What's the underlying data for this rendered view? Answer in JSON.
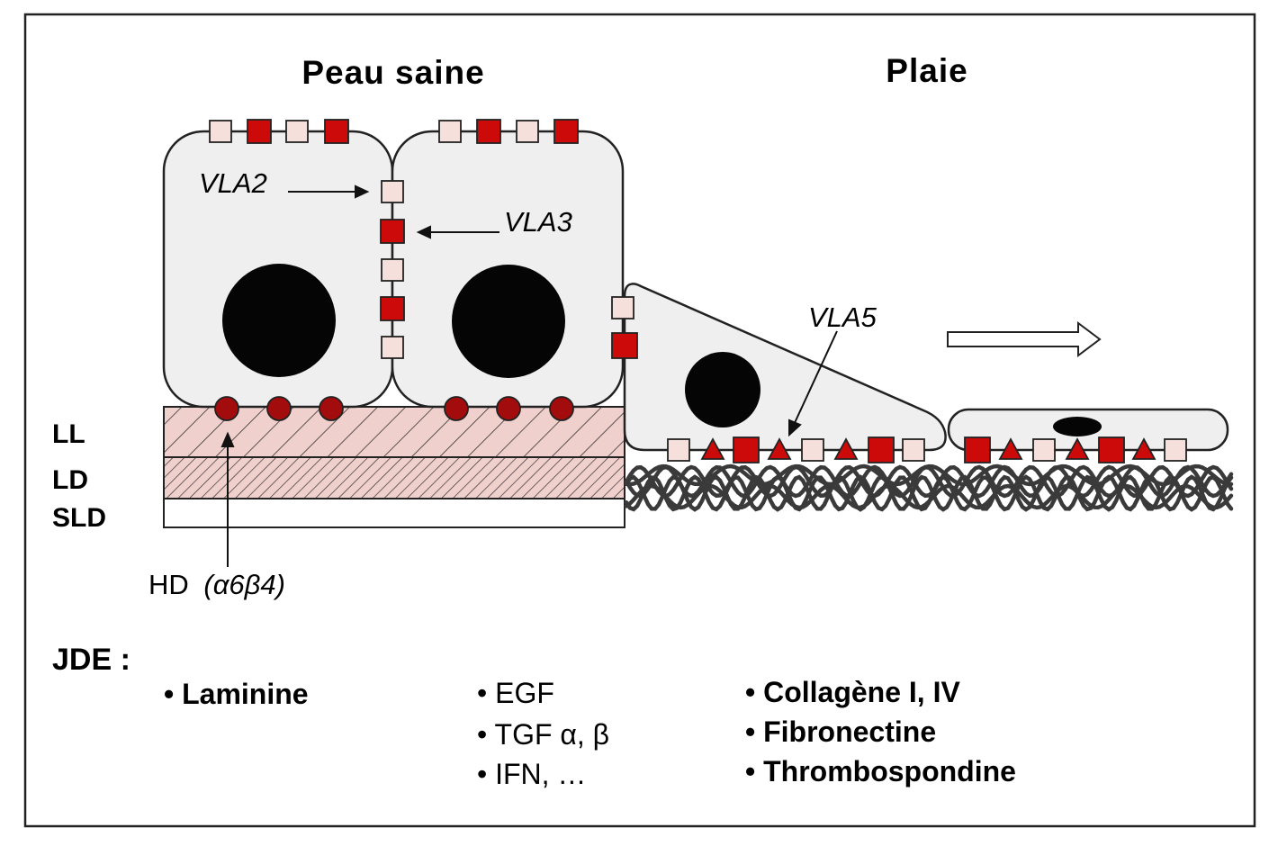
{
  "titles": {
    "healthy": "Peau saine",
    "wound": "Plaie"
  },
  "layers": {
    "ll": "LL",
    "ld": "LD",
    "sld": "SLD"
  },
  "labels": {
    "vla2": "VLA2",
    "vla3": "VLA3",
    "vla5": "VLA5",
    "hd": "HD",
    "hd_integrin": "(α6β4)"
  },
  "legend": {
    "heading": "JDE :",
    "col1": [
      "• Laminine"
    ],
    "col2": [
      "• EGF",
      "• TGF α, β",
      "• IFN, …"
    ],
    "col3": [
      "• Collagène I, IV",
      "• Fibronectine",
      "• Thrombospondine"
    ]
  },
  "colors": {
    "integrin_red": "#cc0a0a",
    "integrin_pale": "#f6e0dc",
    "hemidesmosome": "#a30c0c",
    "cell_fill": "#efefef",
    "lamina_fill": "#f0d0cc",
    "fibrin": "#3a3a3a"
  }
}
